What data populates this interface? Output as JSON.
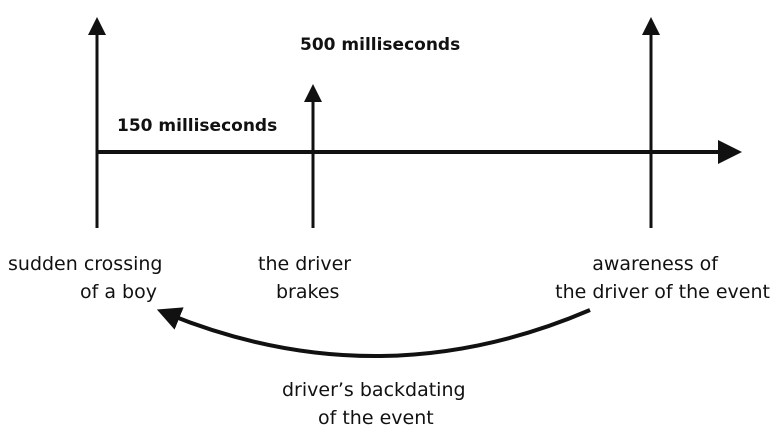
{
  "timeline": {
    "interval_labels": {
      "short": "150 milliseconds",
      "long": "500 milliseconds"
    },
    "events": [
      {
        "line1": "sudden crossing",
        "line2": "of a boy"
      },
      {
        "line1": "the driver",
        "line2": "brakes"
      },
      {
        "line1": "awareness of",
        "line2": "the driver of the event"
      }
    ],
    "backdating": {
      "line1": "driver’s backdating",
      "line2": "of the event"
    }
  },
  "colors": {
    "ink": "#111111",
    "background": "#ffffff"
  }
}
